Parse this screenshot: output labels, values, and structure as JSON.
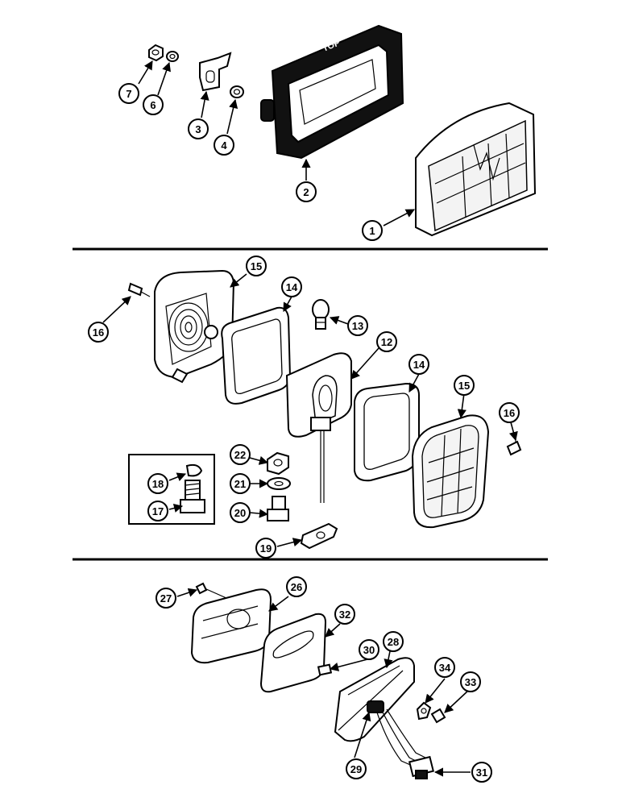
{
  "top_label": "TOP",
  "callouts": {
    "c1": "1",
    "c2": "2",
    "c3": "3",
    "c4": "4",
    "c6": "6",
    "c7": "7",
    "c12": "12",
    "c13": "13",
    "c14a": "14",
    "c14b": "14",
    "c15a": "15",
    "c15b": "15",
    "c16a": "16",
    "c16b": "16",
    "c17": "17",
    "c18": "18",
    "c19": "19",
    "c20": "20",
    "c21": "21",
    "c22": "22",
    "c26": "26",
    "c27": "27",
    "c28": "28",
    "c29": "29",
    "c30": "30",
    "c31": "31",
    "c32": "32",
    "c33": "33",
    "c34": "34"
  }
}
